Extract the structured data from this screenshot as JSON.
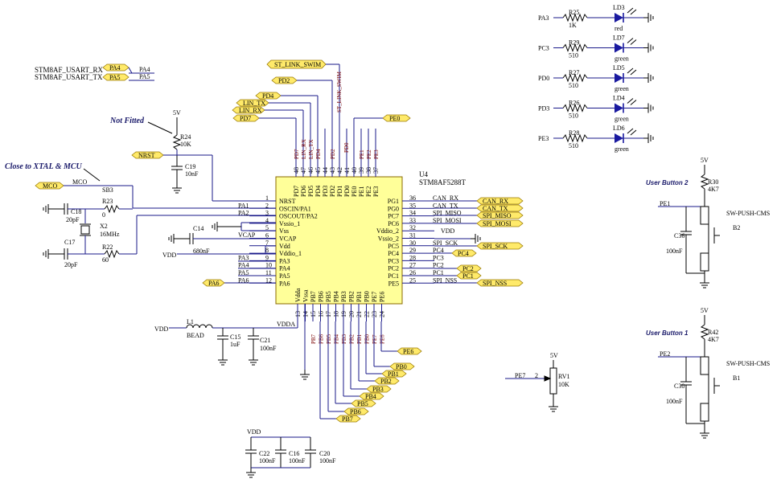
{
  "notes": {
    "not_fitted": "Not Fitted",
    "close_to_xtal": "Close to XTAL & MCU"
  },
  "usart": {
    "rx_label": "STM8AF_USART_RX",
    "tx_label": "STM8AF_USART_TX",
    "rx_tag": "PA4",
    "tx_tag": "PA5",
    "rx_net": "PA4",
    "tx_net": "PA5"
  },
  "ic": {
    "ref": "U4",
    "part": "STM8AF5288T",
    "left_pins": [
      {
        "name": "NRST",
        "num": "1",
        "net": "NRST"
      },
      {
        "name": "OSCIN/PA1",
        "num": "2",
        "net": "PA1"
      },
      {
        "name": "OSCOUT/PA2",
        "num": "3",
        "net": "PA2"
      },
      {
        "name": "Vssio_1",
        "num": "4",
        "net": ""
      },
      {
        "name": "Vss",
        "num": "5",
        "net": ""
      },
      {
        "name": "VCAP",
        "num": "6",
        "net": "VCAP"
      },
      {
        "name": "Vdd",
        "num": "7",
        "net": "VDD"
      },
      {
        "name": "Vddio_1",
        "num": "8",
        "net": ""
      },
      {
        "name": "PA3",
        "num": "9",
        "net": "PA3"
      },
      {
        "name": "PA4",
        "num": "10",
        "net": "PA4"
      },
      {
        "name": "PA5",
        "num": "11",
        "net": "PA5"
      },
      {
        "name": "PA6",
        "num": "12",
        "net": "PA6"
      }
    ],
    "right_pins": [
      {
        "name": "PG1",
        "num": "36",
        "net": "CAN_RX"
      },
      {
        "name": "PG0",
        "num": "35",
        "net": "CAN_TX"
      },
      {
        "name": "PC7",
        "num": "34",
        "net": "SPI_MISO"
      },
      {
        "name": "PC6",
        "num": "33",
        "net": "SPI_MOSI"
      },
      {
        "name": "Vddio_2",
        "num": "32",
        "net": "VDD"
      },
      {
        "name": "Vssio_2",
        "num": "31",
        "net": ""
      },
      {
        "name": "PC5",
        "num": "30",
        "net": "SPI_SCK"
      },
      {
        "name": "PC4",
        "num": "29",
        "net": "PC4"
      },
      {
        "name": "PC3",
        "num": "28",
        "net": "PC3"
      },
      {
        "name": "PC2",
        "num": "27",
        "net": "PC2"
      },
      {
        "name": "PC1",
        "num": "26",
        "net": "PC1"
      },
      {
        "name": "PE5",
        "num": "25",
        "net": "SPI_NSS"
      }
    ],
    "top_pins": [
      {
        "name": "PD7",
        "num": "48",
        "net": "PD7"
      },
      {
        "name": "PD6",
        "num": "47",
        "net": "LIN_RX"
      },
      {
        "name": "PD5",
        "num": "46",
        "net": "LIN_TX"
      },
      {
        "name": "PD4",
        "num": "45",
        "net": "PD4"
      },
      {
        "name": "PD3",
        "num": "44",
        "net": ""
      },
      {
        "name": "PD2",
        "num": "43",
        "net": "PD2"
      },
      {
        "name": "PD1",
        "num": "42",
        "net": "ST_LINK_SWIM"
      },
      {
        "name": "PD0",
        "num": "41",
        "net": ""
      },
      {
        "name": "PE0",
        "num": "40",
        "net": ""
      },
      {
        "name": "PE1",
        "num": "39",
        "net": "PE1"
      },
      {
        "name": "PE2",
        "num": "38",
        "net": "PE2"
      },
      {
        "name": "PE3",
        "num": "37",
        "net": "PE3"
      }
    ],
    "bottom_pins": [
      {
        "name": "Vdda",
        "num": "13"
      },
      {
        "name": "Vssa",
        "num": "14"
      },
      {
        "name": "PB7",
        "num": "15"
      },
      {
        "name": "PB6",
        "num": "16"
      },
      {
        "name": "PB5",
        "num": "17"
      },
      {
        "name": "PB4",
        "num": "18"
      },
      {
        "name": "PB3",
        "num": "19"
      },
      {
        "name": "PB2",
        "num": "20"
      },
      {
        "name": "PB1",
        "num": "21"
      },
      {
        "name": "PB0",
        "num": "22"
      },
      {
        "name": "PE7",
        "num": "23"
      },
      {
        "name": "PE6",
        "num": "24"
      }
    ],
    "bottom_nets": [
      "PB7",
      "PB6",
      "PB5",
      "PB4",
      "PB3",
      "PB2",
      "PB1",
      "PB0",
      "PE7",
      "PE6"
    ]
  },
  "top_tags": {
    "swim": "ST_LINK_SWIM",
    "pd2": "PD2",
    "pd4": "PD4",
    "lin_tx": "LIN_TX",
    "lin_rx": "LIN_RX",
    "pd7": "PD7",
    "pe0": "PE0",
    "swim_net": "ST_LINK_SWIM",
    "pd0_net": "PD0"
  },
  "right_tags": {
    "can_rx": "CAN_RX",
    "can_tx": "CAN_TX",
    "spi_miso": "SPI_MISO",
    "spi_mosi": "SPI_MOSI",
    "vdd": "VDD",
    "spi_sck": "SPI_SCK",
    "pc4": "PC4",
    "pc2": "PC2",
    "pc1": "PC1",
    "spi_nss": "SPI_NSS"
  },
  "bottom_tags": [
    "PE6",
    "PB0",
    "PB1",
    "PB2",
    "PB3",
    "PB4",
    "PB5",
    "PB6",
    "PB7"
  ],
  "left_section": {
    "pwr_5v": "5V",
    "r24_ref": "R24",
    "r24_val": "10K",
    "c19_ref": "C19",
    "c19_val": "10nF",
    "nrst_tag": "NRST",
    "mco_tag": "MCO",
    "mco_net": "MCO",
    "sb3": "SB3",
    "r23_ref": "R23",
    "r23_val": "0",
    "c18_ref": "C18",
    "c18_val": "20pF",
    "x2_ref": "X2",
    "x2_val": "16MHz",
    "r22_ref": "R22",
    "r22_val": "60",
    "c17_ref": "C17",
    "c17_val": "20pF",
    "c14_ref": "C14",
    "c14_val": "680nF",
    "vcap_net": "VCAP",
    "vdd_tag": "VDD",
    "pa6_tag": "PA6",
    "l1_ref": "L1",
    "l1_val": "BEAD",
    "vdd_tag2": "VDD",
    "c15_ref": "C15",
    "c15_val": "1uF",
    "c21_ref": "C21",
    "c21_val": "100nF",
    "vdda_net": "VDDA"
  },
  "decoupling": {
    "vdd": "VDD",
    "c22_ref": "C22",
    "c22_val": "100nF",
    "c16_ref": "C16",
    "c16_val": "100nF",
    "c20_ref": "C20",
    "c20_val": "100nF"
  },
  "leds": [
    {
      "net": "PA3",
      "r_ref": "R25",
      "r_val": "1K",
      "led_ref": "LD3",
      "color": "red"
    },
    {
      "net": "PC3",
      "r_ref": "R29",
      "r_val": "510",
      "led_ref": "LD7",
      "color": "green"
    },
    {
      "net": "PD0",
      "r_ref": "R27",
      "r_val": "510",
      "led_ref": "LD5",
      "color": "green"
    },
    {
      "net": "PD3",
      "r_ref": "R26",
      "r_val": "510",
      "led_ref": "LD4",
      "color": "green"
    },
    {
      "net": "PE3",
      "r_ref": "R28",
      "r_val": "510",
      "led_ref": "LD6",
      "color": "green"
    }
  ],
  "buttons": [
    {
      "title": "User Button 2",
      "pwr": "5V",
      "r_ref": "R30",
      "r_val": "4K7",
      "net": "PE1",
      "c_ref": "C36",
      "c_val": "100nF",
      "sw_part": "SW-PUSH-CMS",
      "sw_ref": "B2"
    },
    {
      "title": "User Button 1",
      "pwr": "5V",
      "r_ref": "R42",
      "r_val": "4K7",
      "net": "PE2",
      "c_ref": "C30",
      "c_val": "100nF",
      "sw_part": "SW-PUSH-CMS",
      "sw_ref": "B1"
    }
  ],
  "pot": {
    "pwr": "5V",
    "net": "PE7",
    "wiper_pin": "2",
    "ref": "RV1",
    "val": "10K"
  }
}
